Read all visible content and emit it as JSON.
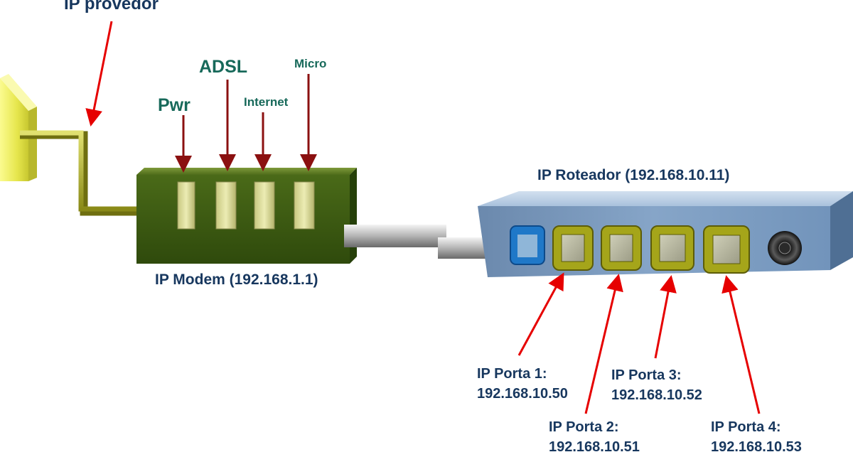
{
  "labels": {
    "isp": "IP provedor",
    "pwr": "Pwr",
    "adsl": "ADSL",
    "internet": "Internet",
    "micro": "Micro",
    "modem": "IP Modem (192.168.1.1)",
    "router": "IP Roteador (192.168.10.11)"
  },
  "ports": [
    {
      "name": "IP Porta 1:",
      "ip": "192.168.10.50"
    },
    {
      "name": "IP Porta 2:",
      "ip": "192.168.10.51"
    },
    {
      "name": "IP Porta 3:",
      "ip": "192.168.10.52"
    },
    {
      "name": "IP Porta 4:",
      "ip": "192.168.10.53"
    }
  ],
  "colors": {
    "wall_plate": "#e6e64d",
    "phone_cable": "#a8a820",
    "modem_body": "#3d5a12",
    "modem_led": "#d8d89a",
    "router_body": "#7f9fc4",
    "router_port": "#b0b020",
    "uplink_port": "#1f78c8",
    "arrow": "#e60000",
    "arrow_dark": "#8b1010",
    "label_blue": "#17375e",
    "label_teal": "#17695a"
  }
}
